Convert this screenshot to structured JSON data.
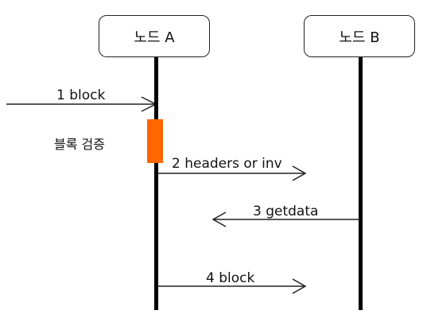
{
  "nodes": [
    {
      "label": "노드 A"
    },
    {
      "label": "노드 B"
    }
  ],
  "activation_note": "블록 검증",
  "messages": [
    {
      "label": "1 block",
      "from": "outside",
      "to": "노드 A"
    },
    {
      "label": "2 headers or inv",
      "from": "노드 A",
      "to": "노드 B"
    },
    {
      "label": "3 getdata",
      "from": "노드 B",
      "to": "노드 A"
    },
    {
      "label": "4 block",
      "from": "노드 A",
      "to": "노드 B"
    }
  ],
  "colors": {
    "activation": "#ff6600",
    "lifeline": "#000000",
    "stroke": "#222222"
  }
}
